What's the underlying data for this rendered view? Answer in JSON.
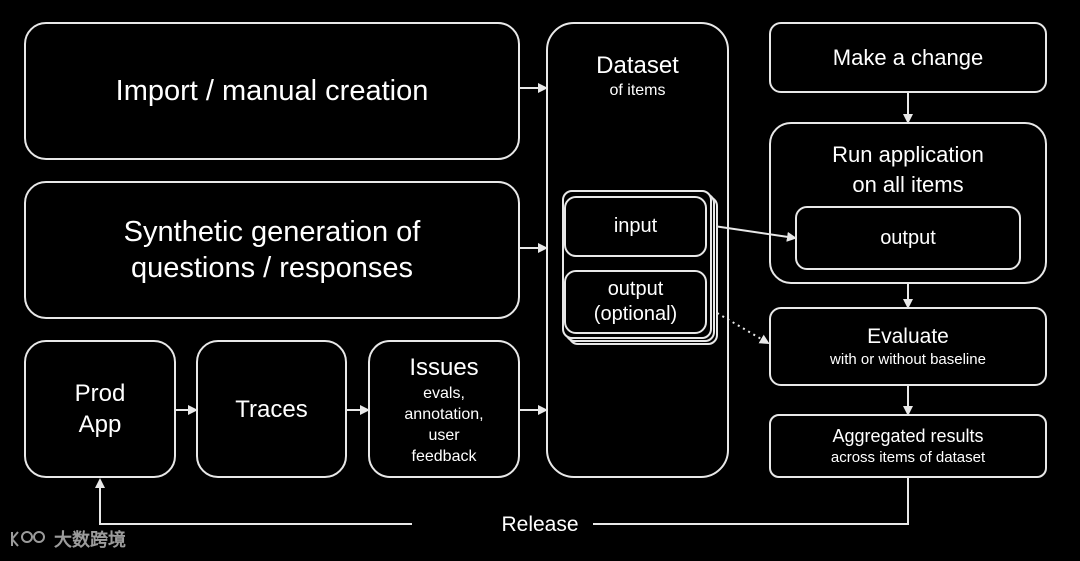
{
  "sources": {
    "import": "Import / manual creation",
    "synthetic": "Synthetic generation of\nquestions / responses",
    "prod": "Prod\nApp",
    "traces": "Traces",
    "issues_title": "Issues",
    "issues_sub": "evals,\nannotation,\nuser\nfeedback"
  },
  "dataset": {
    "title": "Dataset",
    "subtitle": "of items",
    "input": "input",
    "output": "output\n(optional)"
  },
  "loop": {
    "change": "Make a change",
    "run": "Run application\non all items",
    "run_output": "output",
    "evaluate": "Evaluate",
    "evaluate_sub": "with or without baseline",
    "aggregated": "Aggregated results",
    "aggregated_sub": "across items of dataset"
  },
  "release": "Release",
  "watermark": "大数跨境"
}
